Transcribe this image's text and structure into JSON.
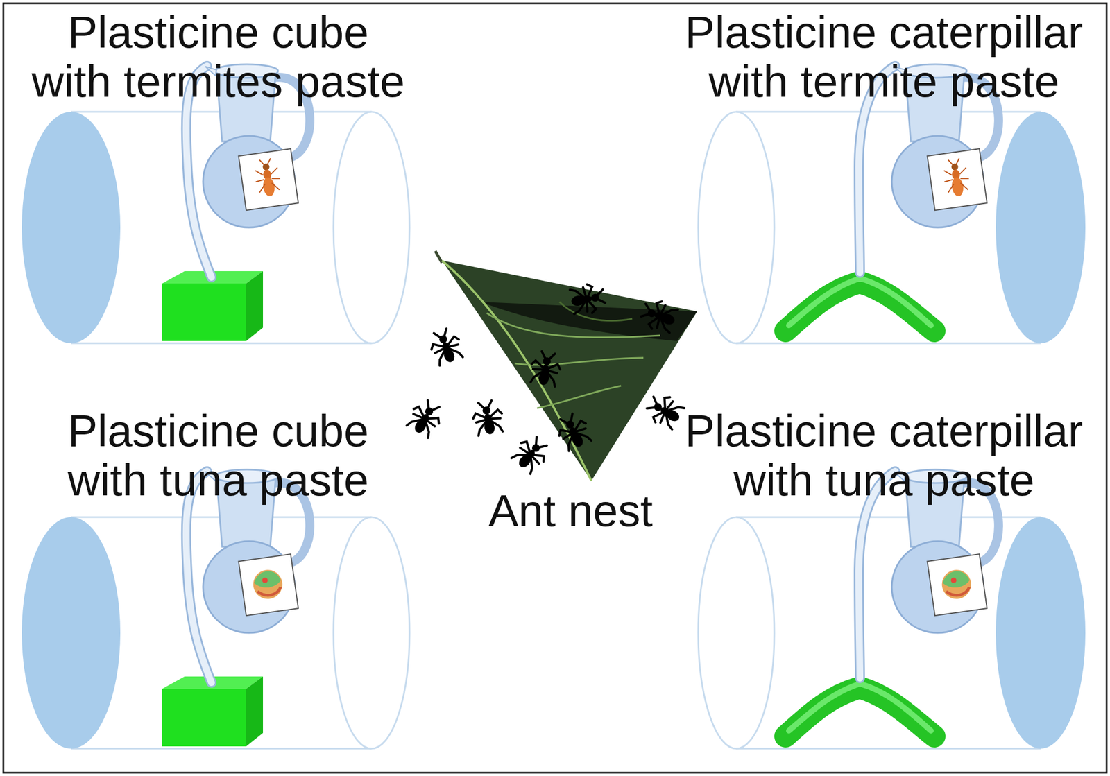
{
  "diagram": {
    "nodes": [
      {
        "text": [
          "Plasticine cube with termites paste"
        ]
      },
      {
        "text": [
          "Plasticine caterpillar with termite paste"
        ]
      },
      {
        "text": [
          "Ant nest"
        ]
      },
      {
        "text": [
          "Plasticine cube with tuna paste"
        ]
      },
      {
        "text": [
          "Plasticine caterpillar with tuna paste"
        ]
      }
    ]
  }
}
